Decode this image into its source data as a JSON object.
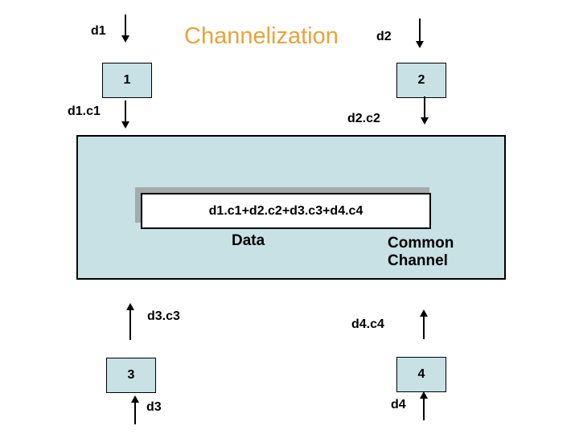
{
  "slide": {
    "title": "Channelization",
    "inputs": {
      "d1": "d1",
      "d2": "d2",
      "d3": "d3",
      "d4": "d4",
      "d1c1": "d1.c1",
      "d2c2": "d2.c2",
      "d3c3": "d3.c3",
      "d4c4": "d4.c4"
    },
    "nodes": {
      "n1": "1",
      "n2": "2",
      "n3": "3",
      "n4": "4"
    },
    "channel": {
      "sum": "d1.c1+d2.c2+d3.c3+d4.c4",
      "data_caption": "Data",
      "common_caption": "Common Channel"
    },
    "colors": {
      "title_orange": "#e8a33c",
      "node_fill": "#c7e1e5",
      "shadow_gray": "#a3abab",
      "line_black": "#000000"
    }
  }
}
